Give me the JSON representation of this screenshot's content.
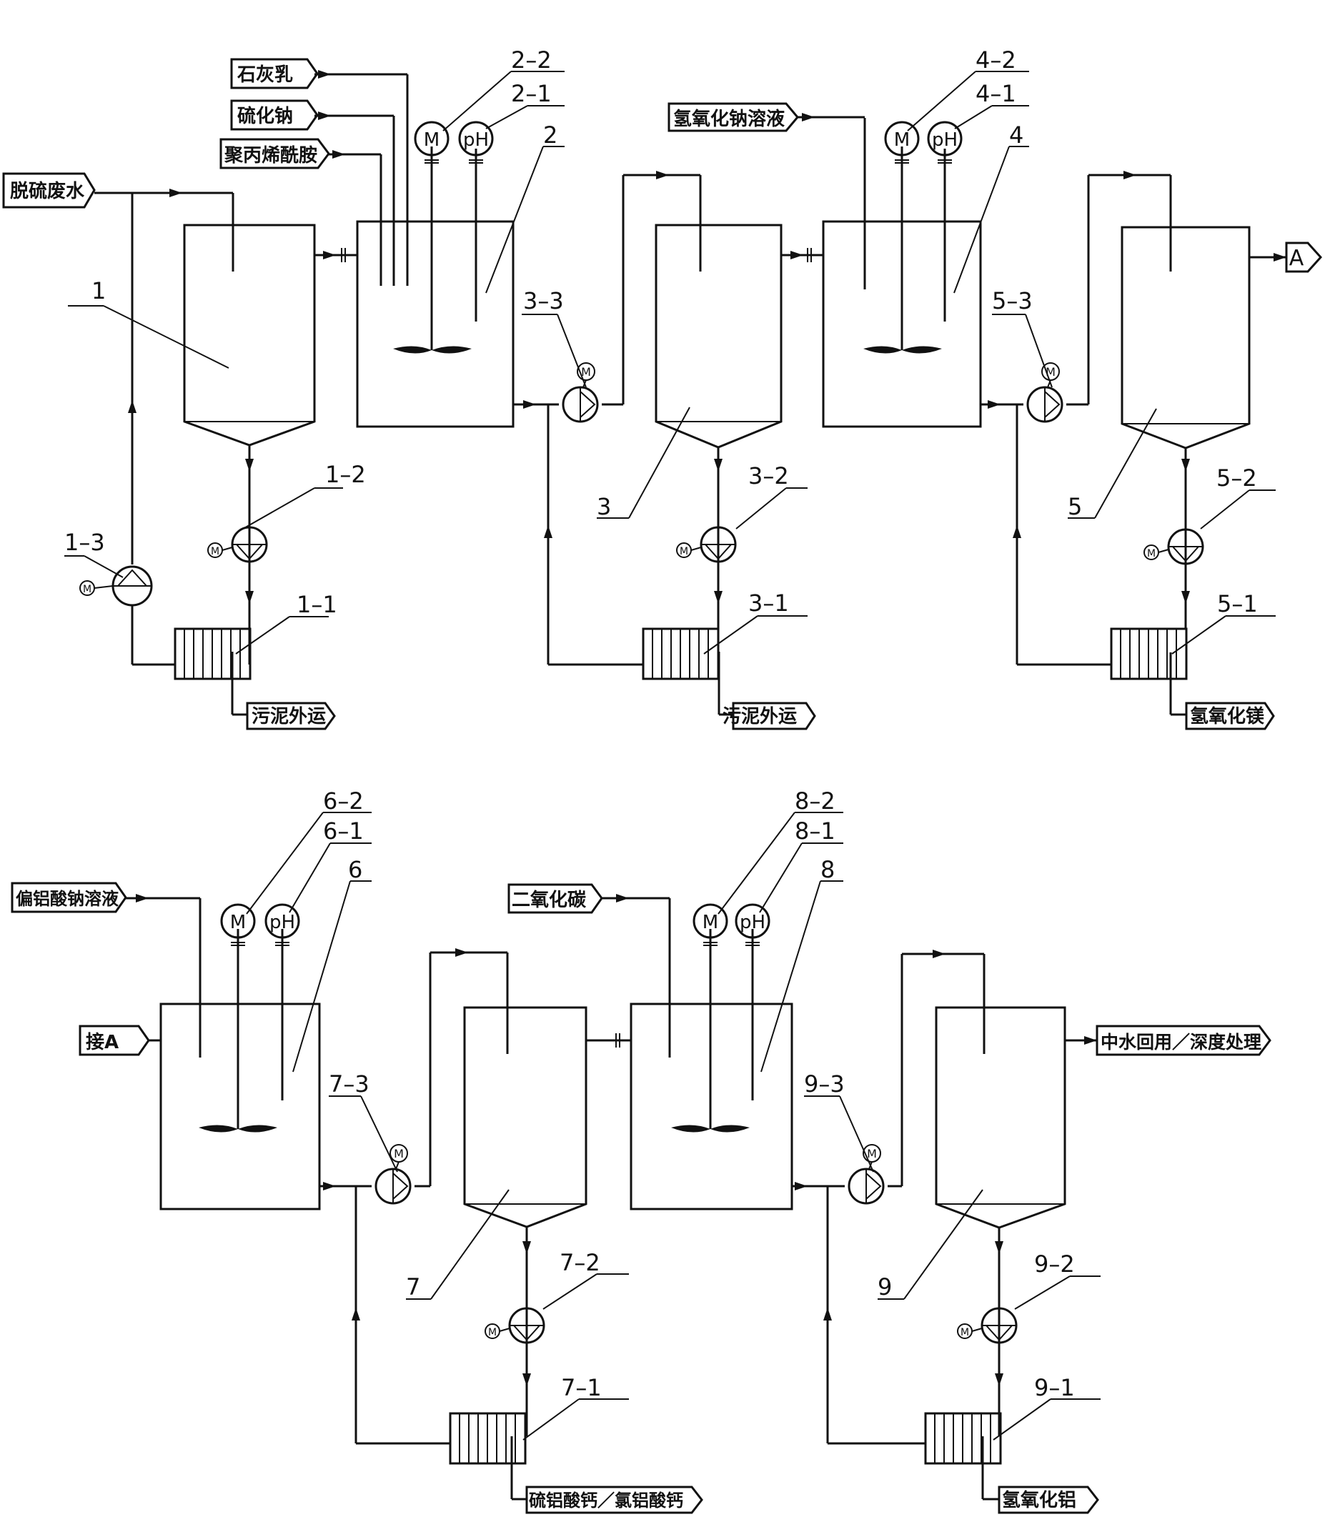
{
  "streams": {
    "desulf_wastewater": "脱硫废水",
    "lime_milk": "石灰乳",
    "sodium_sulfide": "硫化钠",
    "polyacrylamide": "聚丙烯酰胺",
    "naoh_solution": "氢氧化钠溶液",
    "sodium_metaaluminate": "偏铝酸钠溶液",
    "co2": "二氧化碳",
    "connector_out": "A",
    "connector_in": "接A",
    "sludge_out_1": "污泥外运",
    "sludge_out_2": "污泥外运",
    "mg_hydroxide": "氢氧化镁",
    "calcium_products": "硫铝酸钙／氯铝酸钙",
    "al_hydroxide": "氢氧化铝",
    "reuse": "中水回用／深度处理"
  },
  "labels": {
    "n1": "1",
    "n1_1": "1–1",
    "n1_2": "1–2",
    "n1_3": "1–3",
    "n2": "2",
    "n2_1": "2–1",
    "n2_2": "2–2",
    "n3": "3",
    "n3_1": "3–1",
    "n3_2": "3–2",
    "n3_3": "3–3",
    "n4": "4",
    "n4_1": "4–1",
    "n4_2": "4–2",
    "n5": "5",
    "n5_1": "5–1",
    "n5_2": "5–2",
    "n5_3": "5–3",
    "n6": "6",
    "n6_1": "6–1",
    "n6_2": "6–2",
    "n7": "7",
    "n7_1": "7–1",
    "n7_2": "7–2",
    "n7_3": "7–3",
    "n8": "8",
    "n8_1": "8–1",
    "n8_2": "8–2",
    "n9": "9",
    "n9_1": "9–1",
    "n9_2": "9–2",
    "n9_3": "9–3"
  },
  "instruments": {
    "motor": "M",
    "ph": "pH"
  }
}
